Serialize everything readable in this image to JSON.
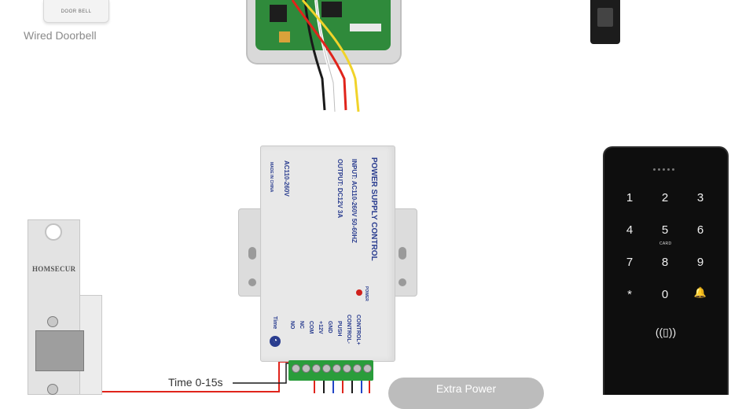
{
  "doorbell": {
    "device_text": "DOOR BELL",
    "caption": "Wired Doorbell"
  },
  "power_supply": {
    "title": "POWER SUPPLY CONTROL",
    "input": "INPUT: AC110-260V 50-60HZ",
    "output": "OUTPUT: DC12V 3A",
    "ac": "AC110-260V",
    "made_in": "MADE IN CHINA",
    "led_label": "POWER",
    "time_label": "Time",
    "terminals": [
      "NO",
      "NC",
      "COM",
      "+12V",
      "GND",
      "PUSH",
      "CONTROL-",
      "CONTROL+"
    ]
  },
  "lock": {
    "brand": "HOMSECUR"
  },
  "keypad": {
    "keys": [
      "1",
      "2",
      "3",
      "4",
      "5",
      "6",
      "7",
      "8",
      "9",
      "*",
      "0"
    ],
    "card_label": "CARD",
    "bell_glyph": "🔔",
    "rfid_glyph": "((▯))"
  },
  "labels": {
    "time_range": "Time 0-15s",
    "extra_power": "Extra Power"
  },
  "colors": {
    "wire_red": "#e0241b",
    "wire_black": "#1a1a1a",
    "wire_blue": "#2145c7",
    "terminal_green": "#2a9d3b",
    "text_blue": "#2a3d8f"
  }
}
